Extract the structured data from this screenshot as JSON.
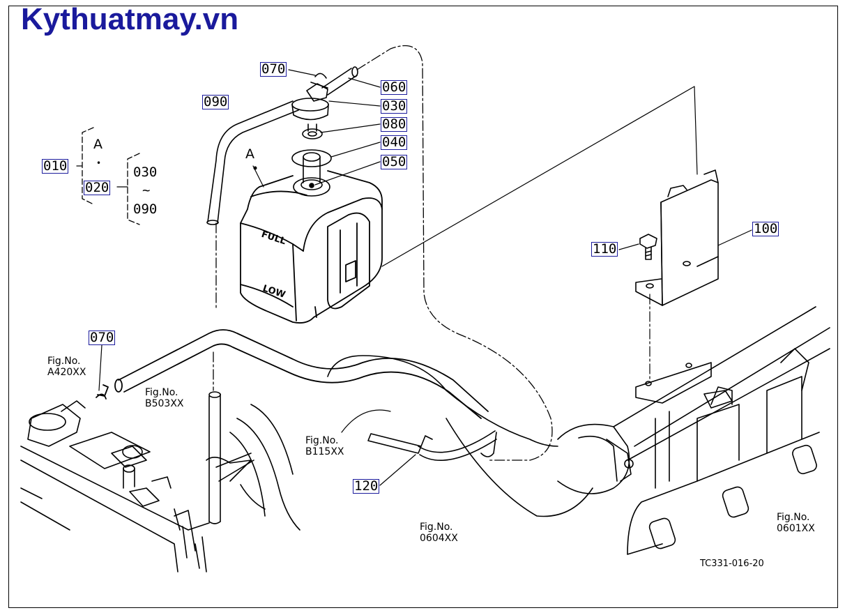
{
  "brand": "Kythuatmay.vn",
  "drawing_code": "TC331-016-20",
  "parts": {
    "p010": "010",
    "p020": "020",
    "p030": "030",
    "p040": "040",
    "p050": "050",
    "p060": "060",
    "p070a": "070",
    "p070b": "070",
    "p080": "080",
    "p090": "090",
    "p100": "100",
    "p110": "110",
    "p120": "120"
  },
  "legend": {
    "a_mark": "A",
    "dot": "•",
    "range_from": "030",
    "range_tilde": "~",
    "range_to": "090"
  },
  "tank": {
    "a_mark": "A",
    "full_label": "FULL",
    "low_label": "LOW"
  },
  "fig_refs": {
    "a420": {
      "caption": "Fig.No.",
      "code": "A420XX"
    },
    "b503": {
      "caption": "Fig.No.",
      "code": "B503XX"
    },
    "b115": {
      "caption": "Fig.No.",
      "code": "B115XX"
    },
    "f0604": {
      "caption": "Fig.No.",
      "code": "0604XX"
    },
    "f0601": {
      "caption": "Fig.No.",
      "code": "0601XX"
    }
  }
}
